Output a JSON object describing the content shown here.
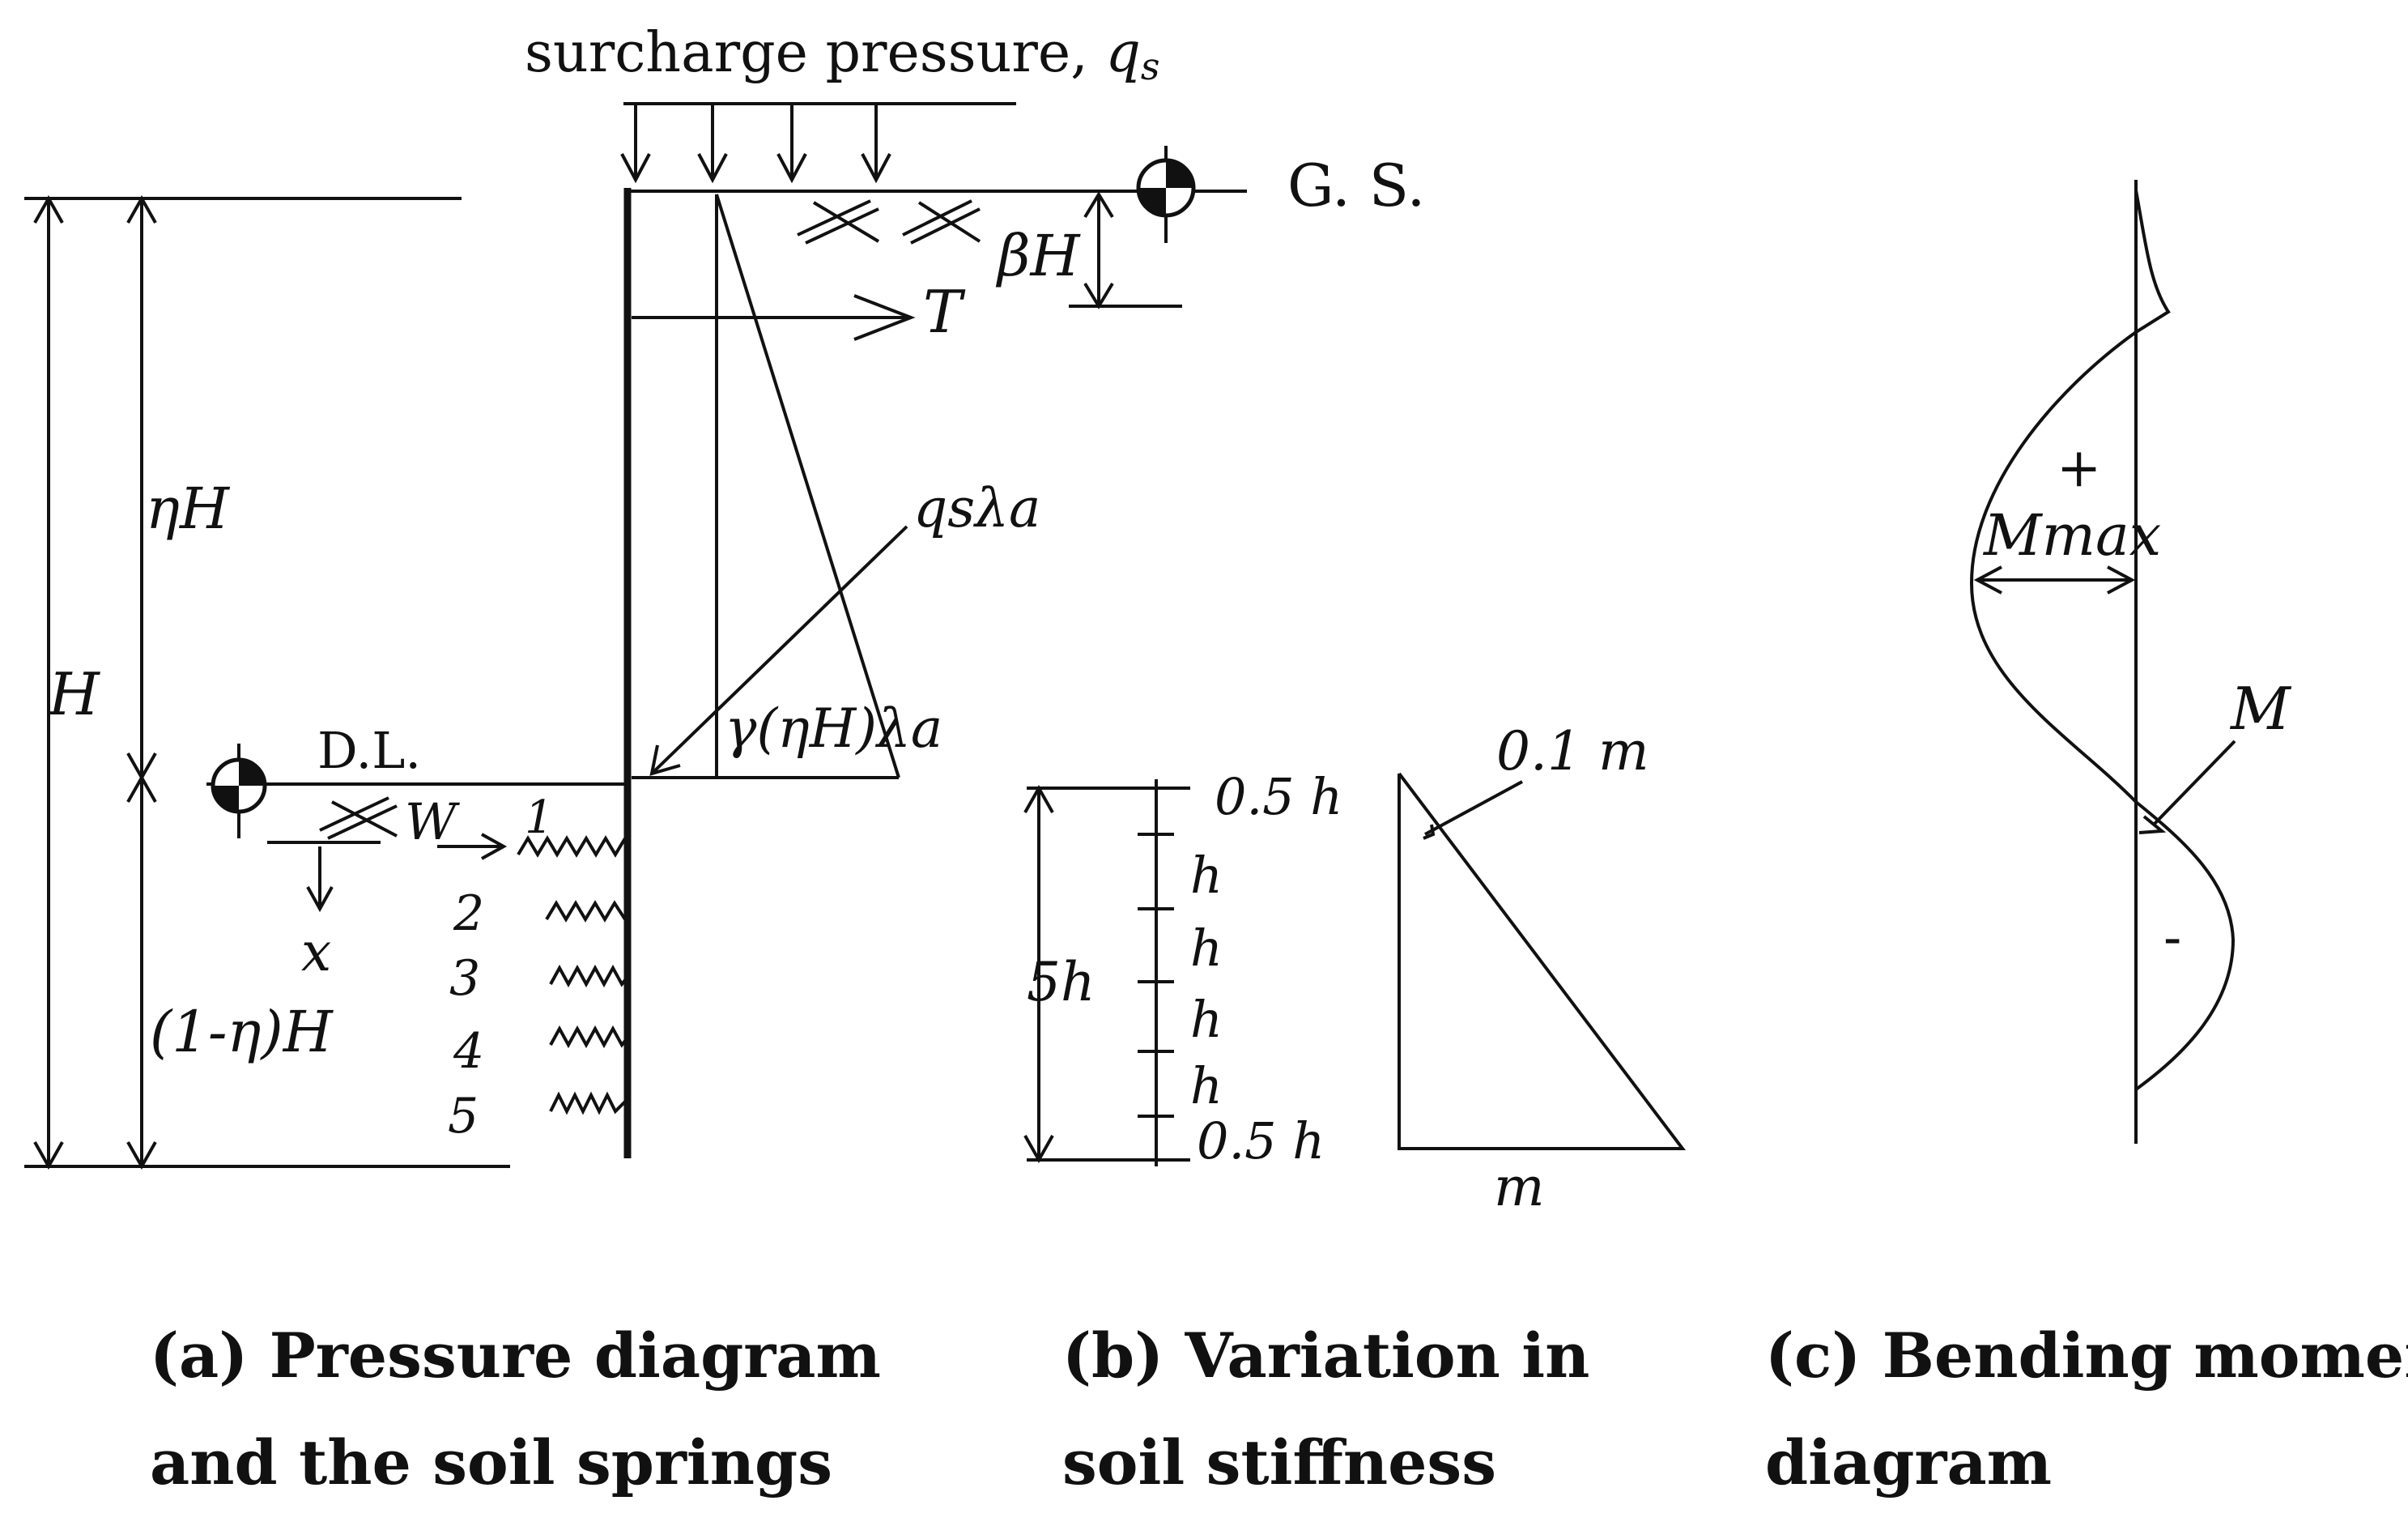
{
  "panel_a": {
    "surcharge": "surcharge pressure, ",
    "qs_q": "q",
    "qs_sub": "s",
    "gs": "G. S.",
    "beta_h": "βH",
    "t": "T",
    "eta_h": "ηH",
    "h_total": "H",
    "qs_lambda": "qsλa",
    "gamma_term": "γ(ηH)λa",
    "dl": "D.L.",
    "w": "W",
    "x": "x",
    "one_minus_eta_h": "(1-η)H",
    "springs": [
      "1",
      "2",
      "3",
      "4",
      "5"
    ],
    "caption_line1": "(a) Pressure diagram",
    "caption_line2": "and the soil springs"
  },
  "panel_b": {
    "top_half": "0.5 h",
    "intervals": [
      "h",
      "h",
      "h",
      "h"
    ],
    "bottom_half": "0.5 h",
    "total": "5h",
    "point_one_m": "0.1 m",
    "m": "m",
    "caption_line1": "(b) Variation in",
    "caption_line2": "soil stiffness"
  },
  "panel_c": {
    "plus": "+",
    "mmax": "Mmax",
    "m_label": "M",
    "minus": "-",
    "caption_line1": "(c) Bending moment",
    "caption_line2": "diagram"
  }
}
